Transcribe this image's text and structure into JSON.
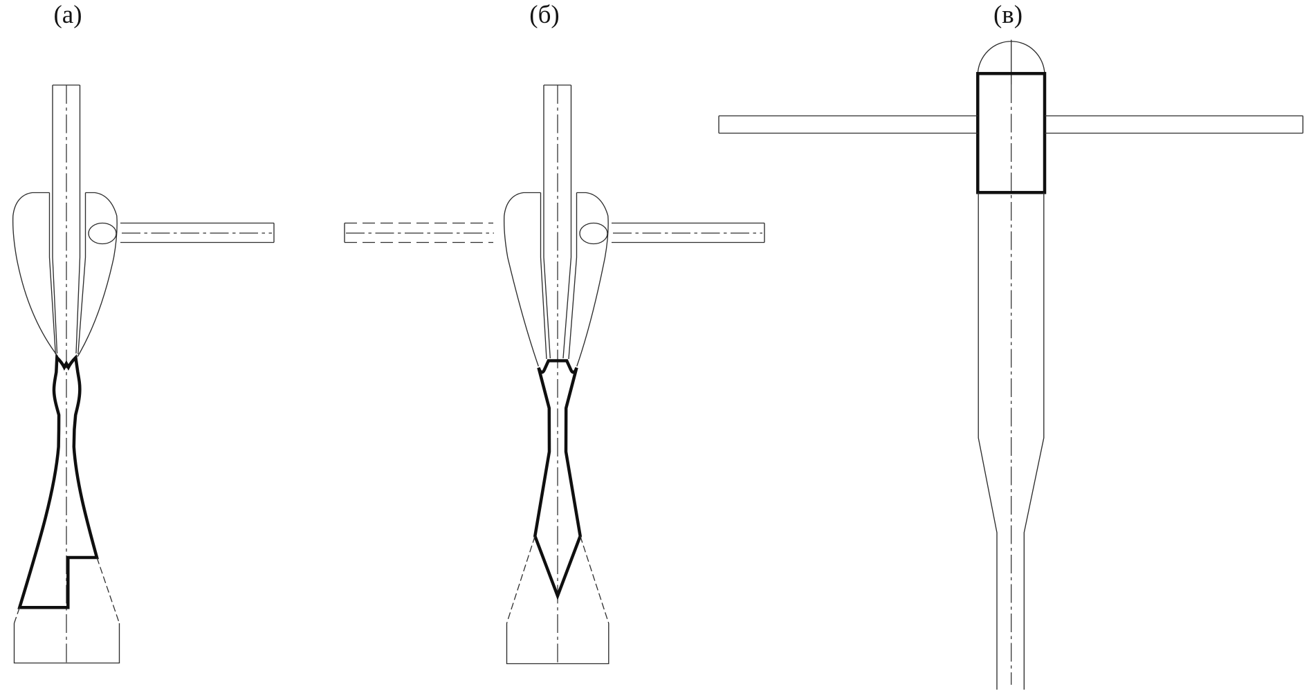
{
  "page": {
    "title": "Technical line drawing of three vertical sample-holder assemblies",
    "language": "Russian"
  },
  "figures": [
    {
      "id": "a",
      "label": "(а)"
    },
    {
      "id": "b",
      "label": "(б)"
    },
    {
      "id": "v",
      "label": "(в)"
    }
  ],
  "colors": {
    "line": "#2c2c2c",
    "thick_line": "#0f0f0f",
    "background": "#ffffff"
  }
}
